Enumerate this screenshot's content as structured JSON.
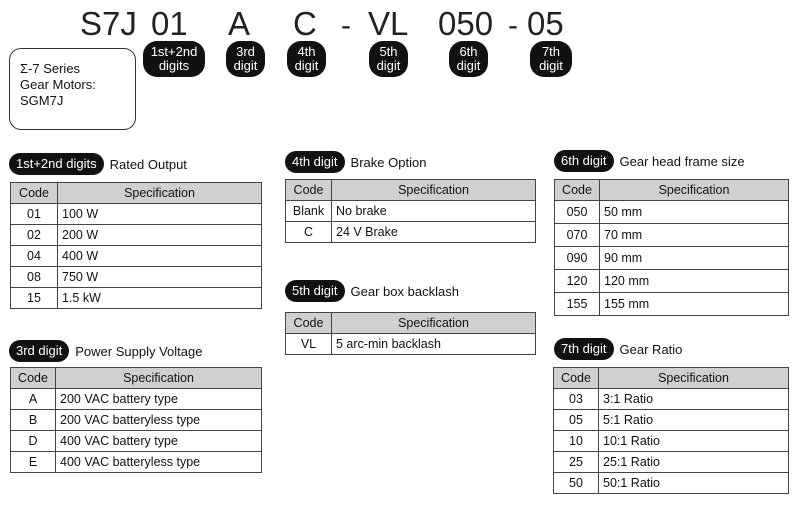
{
  "model_code": {
    "parts": [
      "S7J",
      "01",
      "A",
      "C",
      "VL",
      "050",
      "05"
    ],
    "dashes": [
      "-",
      "-"
    ],
    "digit_labels": [
      [
        "1st+2nd",
        "digits"
      ],
      [
        "3rd",
        "digit"
      ],
      [
        "4th",
        "digit"
      ],
      [
        "5th",
        "digit"
      ],
      [
        "6th",
        "digit"
      ],
      [
        "7th",
        "digit"
      ]
    ]
  },
  "series_box": {
    "line1": "Σ-7 Series",
    "line2": "Gear Motors:",
    "line3": "SGM7J"
  },
  "headers": {
    "code": "Code",
    "spec": "Specification"
  },
  "rated_output": {
    "tag": "1st+2nd digits",
    "title": "Rated Output",
    "rows": [
      [
        "01",
        "100 W"
      ],
      [
        "02",
        "200 W"
      ],
      [
        "04",
        "400 W"
      ],
      [
        "08",
        "750 W"
      ],
      [
        "15",
        "1.5 kW"
      ]
    ]
  },
  "power_supply": {
    "tag": "3rd digit",
    "title": "Power Supply Voltage",
    "rows": [
      [
        "A",
        "200 VAC battery type"
      ],
      [
        "B",
        "200 VAC batteryless type"
      ],
      [
        "D",
        "400 VAC battery type"
      ],
      [
        "E",
        "400 VAC batteryless type"
      ]
    ]
  },
  "brake": {
    "tag": "4th digit",
    "title": "Brake Option",
    "rows": [
      [
        "Blank",
        "No brake"
      ],
      [
        "C",
        "24 V Brake"
      ]
    ]
  },
  "backlash": {
    "tag": "5th digit",
    "title": "Gear box backlash",
    "rows": [
      [
        "VL",
        "5 arc-min backlash"
      ]
    ]
  },
  "frame_size": {
    "tag": "6th digit",
    "title": "Gear head frame size",
    "rows": [
      [
        "050",
        "50 mm"
      ],
      [
        "070",
        "70 mm"
      ],
      [
        "090",
        "90 mm"
      ],
      [
        "120",
        "120 mm"
      ],
      [
        "155",
        "155 mm"
      ]
    ]
  },
  "gear_ratio": {
    "tag": "7th digit",
    "title": "Gear Ratio",
    "rows": [
      [
        "03",
        "3:1 Ratio"
      ],
      [
        "05",
        "5:1 Ratio"
      ],
      [
        "10",
        "10:1 Ratio"
      ],
      [
        "25",
        "25:1 Ratio"
      ],
      [
        "50",
        "50:1 Ratio"
      ]
    ]
  }
}
